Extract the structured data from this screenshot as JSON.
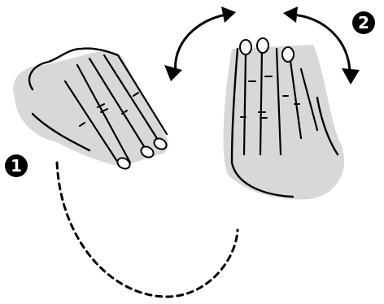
{
  "steps": [
    {
      "label": "1",
      "color": "#000000"
    },
    {
      "label": "2",
      "color": "#000000"
    }
  ],
  "colors": {
    "ink": "#000000",
    "hand_shade": "#d8d8d8",
    "background": "#ffffff"
  },
  "icons": {
    "hand_horizontal": "hand-palm-down-icon",
    "hand_vertical": "hand-raised-icon",
    "rotation_arrow": "curved-double-arrow-icon",
    "motion_path": "dashed-arc-path"
  }
}
